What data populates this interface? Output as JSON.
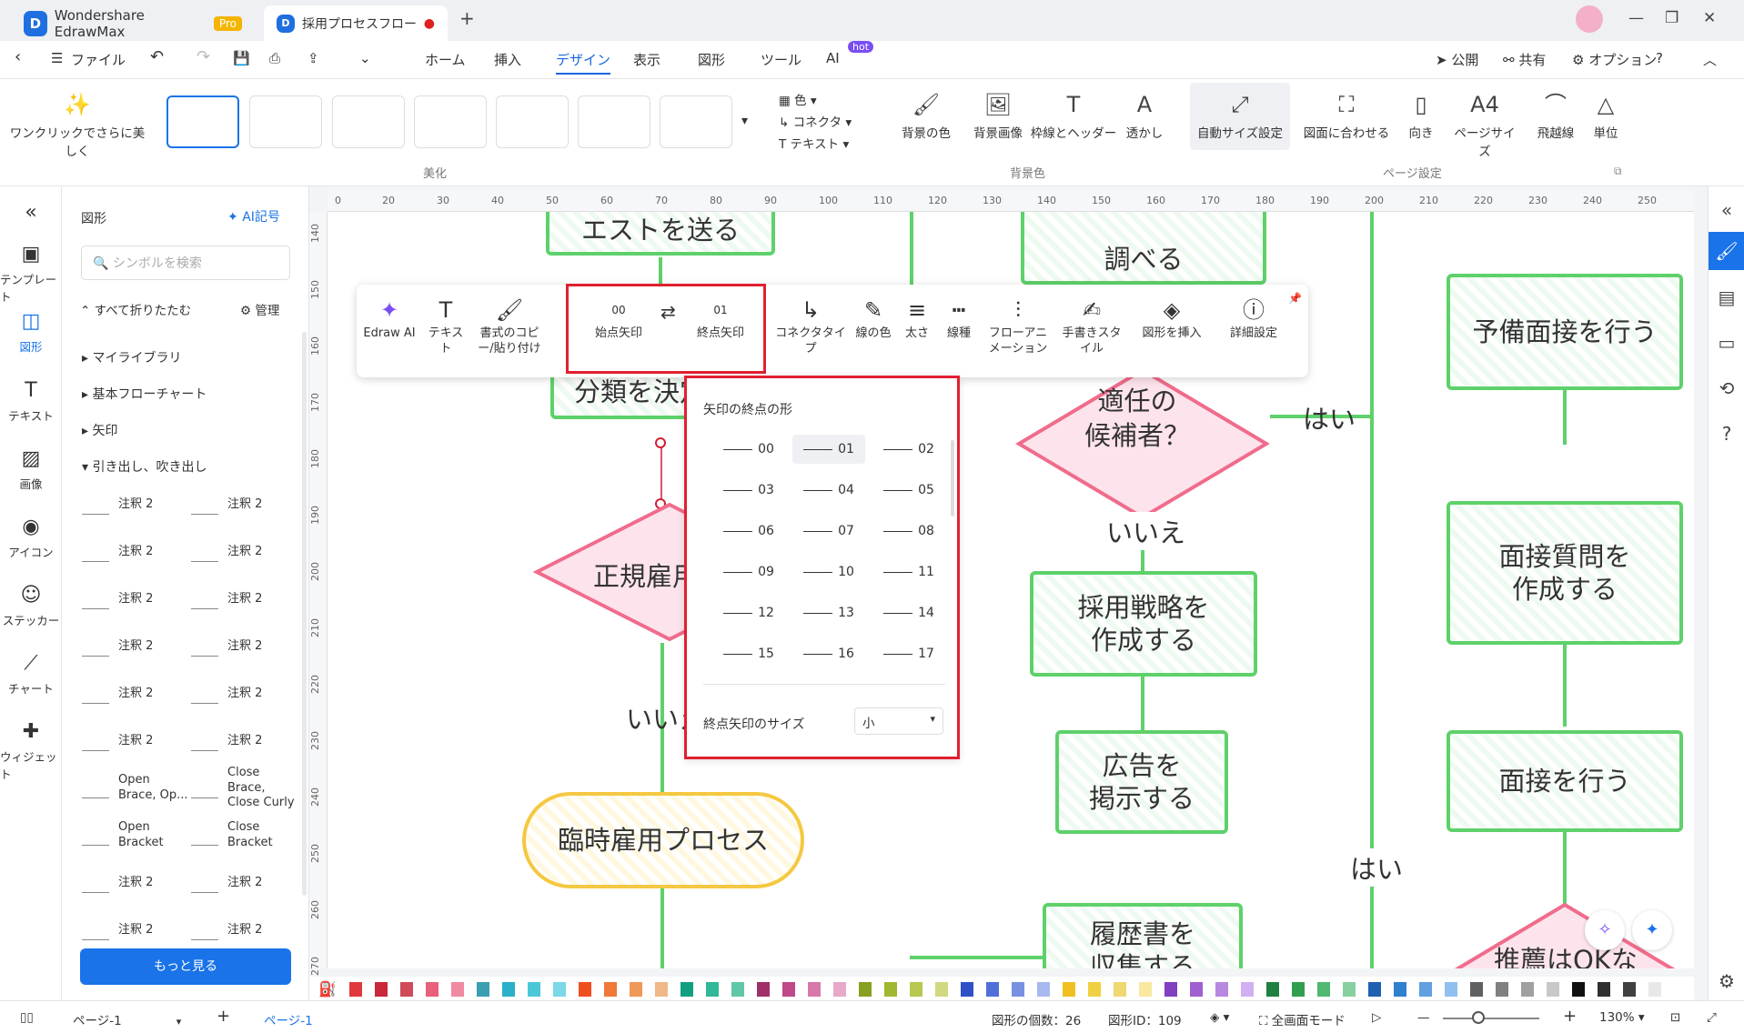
{
  "titlebar": {
    "app_name": "Wondershare EdrawMax",
    "badge": "Pro",
    "doc_tab": "採用プロセスフロー",
    "new_tab": "+"
  },
  "menubar": {
    "file": "ファイル",
    "items": [
      "ホーム",
      "挿入",
      "デザイン",
      "表示",
      "図形",
      "ツール",
      "AI"
    ],
    "active": "デザイン",
    "hot": "hot",
    "publish": "公開",
    "share": "共有",
    "options": "オプション"
  },
  "ribbon": {
    "beautify_btn": "ワンクリックでさらに美しく",
    "beautify_section": "美化",
    "color_menu": "色",
    "connector_menu": "コネクタ",
    "text_menu": "テキスト",
    "bg_color": "背景の色",
    "bg_image": "背景画像",
    "border_header": "枠線とヘッダー",
    "watermark": "透かし",
    "bg_section": "背景色",
    "auto_size": "自動サイズ設定",
    "fit_drawing": "図面に合わせる",
    "orientation": "向き",
    "page_size": "ページサイズ",
    "jump_line": "飛越線",
    "unit": "単位",
    "page_section": "ページ設定"
  },
  "leftnav": [
    "テンプレート",
    "図形",
    "テキスト",
    "画像",
    "アイコン",
    "ステッカー",
    "チャート",
    "ウィジェット"
  ],
  "shapes_panel": {
    "title": "図形",
    "ai_symbol": "AI記号",
    "search_placeholder": "シンボルを検索",
    "collapse_all": "すべて折りたたむ",
    "manage": "管理",
    "libraries": [
      "マイライブラリ",
      "基本フローチャート",
      "矢印",
      "引き出し、吹き出し"
    ],
    "cells": [
      [
        "注釈 2",
        "注釈 2"
      ],
      [
        "注釈 2",
        "注釈 2"
      ],
      [
        "注釈 2",
        "注釈 2"
      ],
      [
        "注釈 2",
        "注釈 2"
      ],
      [
        "注釈 2",
        "注釈 2"
      ],
      [
        "注釈 2",
        "注釈 2"
      ],
      [
        "Open Brace, Op...",
        "Close Brace, Close Curly"
      ],
      [
        "Open Bracket",
        "Close Bracket"
      ],
      [
        "注釈 2",
        "注釈 2"
      ],
      [
        "注釈 2",
        "注釈 2"
      ]
    ],
    "more": "もっと見る"
  },
  "ruler_h": [
    "0",
    "20",
    "30",
    "40",
    "50",
    "60",
    "70",
    "80",
    "90",
    "100",
    "110",
    "120",
    "130",
    "140",
    "150",
    "160",
    "170",
    "180",
    "190",
    "200",
    "210",
    "220",
    "230",
    "240",
    "250"
  ],
  "ruler_v": [
    "140",
    "150",
    "160",
    "170",
    "180",
    "190",
    "200",
    "210",
    "220",
    "230",
    "240",
    "250",
    "260",
    "270"
  ],
  "canvas": {
    "n_send_test": "エストを送る",
    "n_investigate": "調べる",
    "n_classify": "分類を決定",
    "n_regular": "正規雇用",
    "n_no1": "いいえ",
    "n_temp": "臨時雇用プロセス",
    "n_suitable": "適任の\n候補者？",
    "n_yes1": "はい",
    "n_no2": "いいえ",
    "n_strategy": "採用戦略を\n作成する",
    "n_ad": "広告を\n掲示する",
    "n_resume": "履歴書を\n収集する",
    "n_yes2": "はい",
    "n_pre_interview": "予備面接を行う",
    "n_questions": "面接質問を\n作成する",
    "n_interview": "面接を行う",
    "n_recommend": "推薦はOKな"
  },
  "floating_toolbar": {
    "edraw_ai": "Edraw AI",
    "text": "テキスト",
    "format_painter": "書式のコピー/貼り付け",
    "start_arrow": "始点矢印",
    "start_value": "00",
    "end_arrow": "終点矢印",
    "end_value": "01",
    "connector_type": "コネクタタイプ",
    "line_color": "線の色",
    "thickness": "太さ",
    "line_type": "線種",
    "flow_anim": "フローアニメーション",
    "hand_style": "手書きスタイル",
    "insert_shape": "図形を挿入",
    "details": "詳細設定"
  },
  "arrow_dropdown": {
    "title": "矢印の終点の形",
    "options": [
      "00",
      "01",
      "02",
      "03",
      "04",
      "05",
      "06",
      "07",
      "08",
      "09",
      "10",
      "11",
      "12",
      "13",
      "14",
      "15",
      "16",
      "17"
    ],
    "selected": "01",
    "size_label": "終点矢印のサイズ",
    "size_value": "小"
  },
  "statusbar": {
    "page_select": "ページ-1",
    "page_tab": "ページ-1",
    "shape_count": "図形の個数：26",
    "shape_id": "図形ID：109",
    "fullscreen": "全画面モード",
    "zoom": "130%"
  },
  "palette": [
    "#e0383e",
    "#c8283a",
    "#d04a58",
    "#e8607a",
    "#f08aa0",
    "#3a9fb0",
    "#2ab0c8",
    "#4ac8d8",
    "#7ad8e8",
    "#f05020",
    "#f07838",
    "#f09858",
    "#f0b888",
    "#10a080",
    "#30b898",
    "#60c8a8",
    "#a03068",
    "#c04888",
    "#d878a8",
    "#e8a8c8",
    "#88a020",
    "#a0b830",
    "#b8c850",
    "#d0d880",
    "#3050c8",
    "#5070d8",
    "#7890e0",
    "#a8b8f0",
    "#f0c020",
    "#f0d040",
    "#f0d870",
    "#f8e8a0",
    "#8040c0",
    "#a060d0",
    "#b888e0",
    "#d0b0f0",
    "#208040",
    "#30a050",
    "#50b870",
    "#88d0a0",
    "#2060b0",
    "#3080d0",
    "#60a0e0",
    "#90c0f0",
    "#606060",
    "#808080",
    "#a0a0a0",
    "#c8c8c8",
    "#101010",
    "#303030",
    "#404040",
    "#e8e8e8"
  ],
  "colors": {
    "accent": "#1a73e8",
    "node_green": "#5ed16a",
    "node_pink": "#f06c8c",
    "node_yellow": "#f5c842",
    "highlight": "#e02030"
  }
}
